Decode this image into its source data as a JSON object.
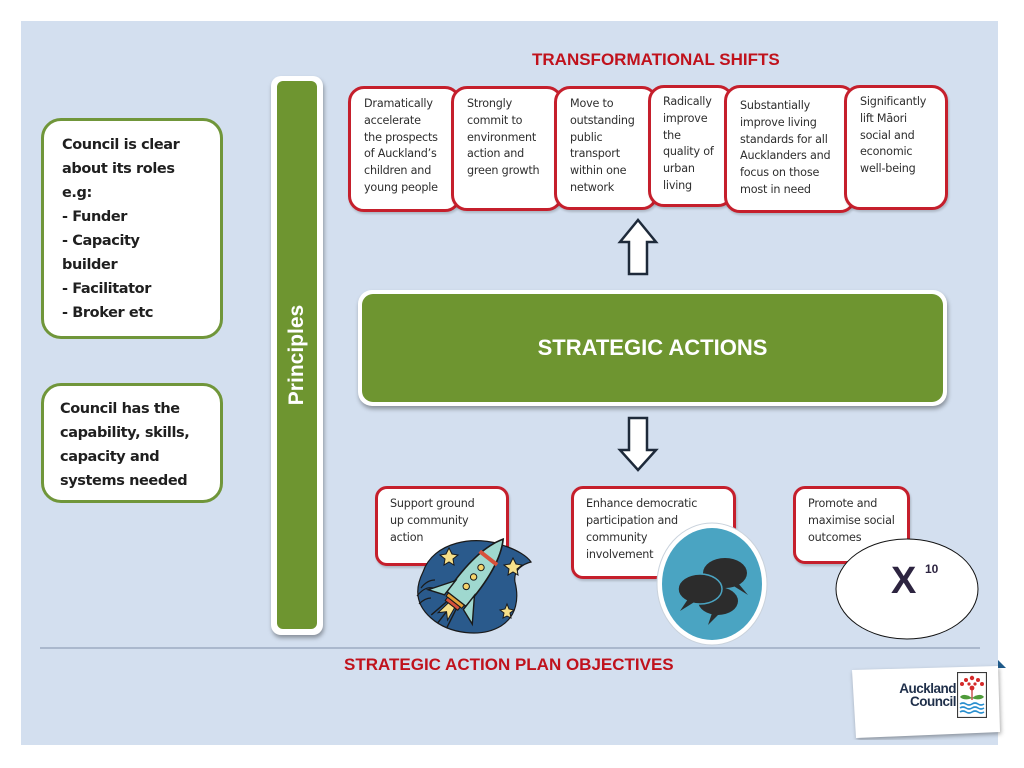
{
  "slide": {
    "background_color": "#d3dfef",
    "accent_red": "#c0121c",
    "accent_green": "#6e9530"
  },
  "top_heading": "TRANSFORMATIONAL SHIFTS",
  "transformational_shifts": [
    {
      "lines": [
        "Dramatically",
        "accelerate",
        "the prospects",
        "of Auckland’s",
        "children and",
        "young people"
      ]
    },
    {
      "lines": [
        "Strongly",
        "commit to",
        "environment",
        "action and",
        "green growth"
      ]
    },
    {
      "lines": [
        "Move to",
        "outstanding",
        "public",
        "transport",
        "within one",
        "network"
      ]
    },
    {
      "lines": [
        "Radically",
        "improve",
        "the",
        "quality of",
        "urban",
        "living"
      ]
    },
    {
      "lines": [
        "Substantially",
        "improve living",
        "standards for all",
        "Aucklanders and",
        "focus on those",
        "most in need"
      ]
    },
    {
      "lines": [
        "Significantly",
        "lift Māori",
        "social and",
        "economic",
        "well-being"
      ]
    }
  ],
  "left_panels": {
    "roles": {
      "lines": [
        "Council is clear",
        "about its roles",
        "e.g:",
        "- Funder",
        "- Capacity",
        "builder",
        "- Facilitator",
        "- Broker etc"
      ]
    },
    "capability": {
      "lines": [
        "Council has the",
        "capability, skills,",
        "capacity and",
        "systems needed"
      ]
    }
  },
  "principles_label": "Principles",
  "strategic_actions_label": "STRATEGIC ACTIONS",
  "objectives": [
    {
      "lines": [
        "Support ground",
        "up community",
        "action"
      ],
      "icon": "rocket-icon"
    },
    {
      "lines": [
        "Enhance democratic",
        "participation and",
        "community",
        "involvement"
      ],
      "icon": "speech-bubbles-icon"
    },
    {
      "lines": [
        "Promote and",
        "maximise social",
        "outcomes"
      ],
      "icon": "multiplier-icon"
    }
  ],
  "multiplier": {
    "base": "X",
    "exponent": "10"
  },
  "bottom_heading": "STRATEGIC ACTION PLAN OBJECTIVES",
  "logo": {
    "line1": "Auckland",
    "line2": "Council"
  }
}
